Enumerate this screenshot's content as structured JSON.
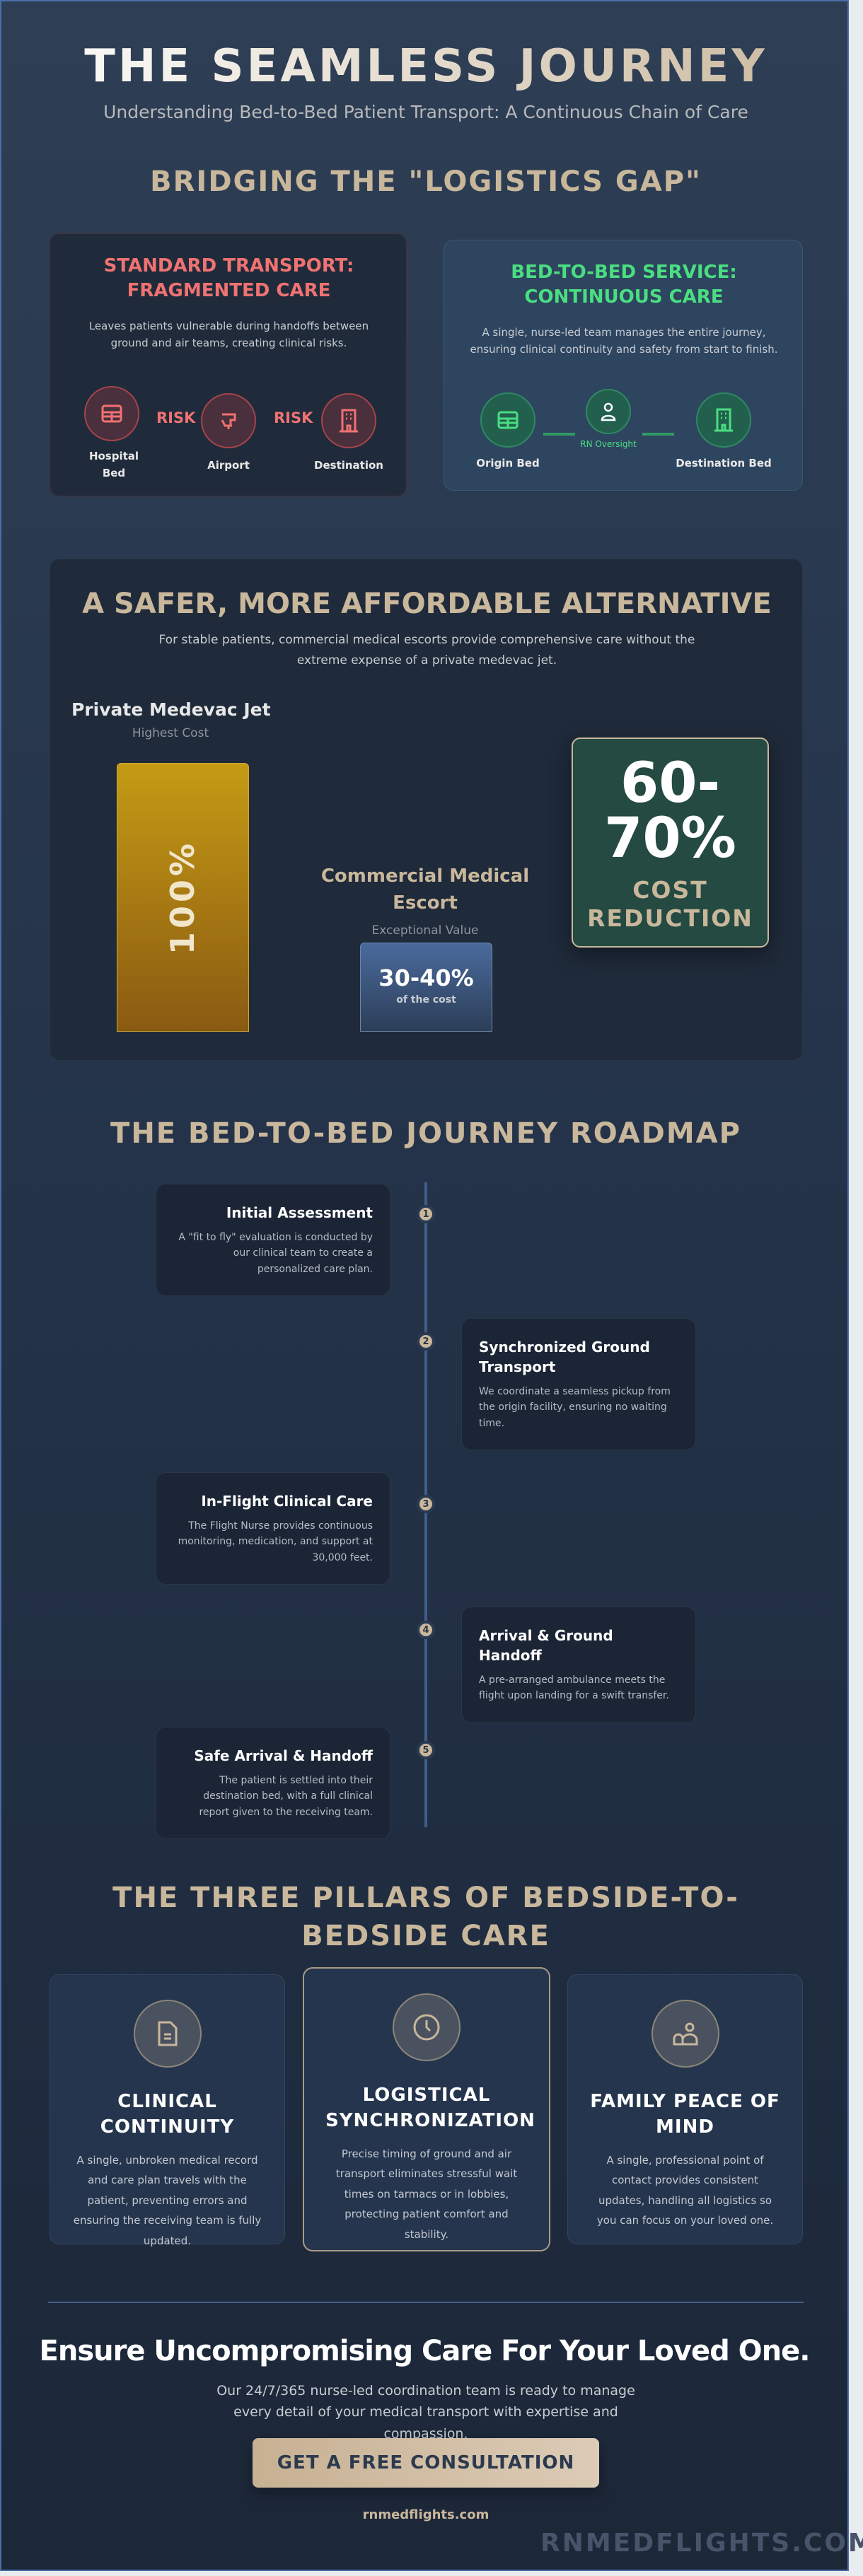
{
  "header": {
    "title": "THE SEAMLESS JOURNEY",
    "subtitle": "Understanding Bed-to-Bed Patient Transport: A Continuous Chain of Care"
  },
  "gap": {
    "title": "BRIDGING THE \"LOGISTICS GAP\"",
    "standard": {
      "title": "STANDARD TRANSPORT: FRAGMENTED CARE",
      "text": "Leaves patients vulnerable during handoffs between ground and air teams, creating clinical risks.",
      "nodes": [
        "Hospital Bed",
        "Airport",
        "Destination"
      ],
      "risk": "RISK",
      "color": "#f07272"
    },
    "service": {
      "title": "BED-TO-BED SERVICE: CONTINUOUS CARE",
      "text": "A single, nurse-led team manages the entire journey, ensuring clinical continuity and safety from start to finish.",
      "nodes": [
        "Origin Bed",
        "Destination Bed"
      ],
      "middle": "RN Oversight",
      "color": "#4ade80"
    }
  },
  "cost": {
    "title": "A SAFER, MORE AFFORDABLE ALTERNATIVE",
    "text": "For stable patients, commercial medical escorts provide comprehensive care without the extreme expense of a private medevac jet.",
    "jet": {
      "label": "Private Medevac Jet",
      "sub": "Highest Cost",
      "value": "100%",
      "level": 100
    },
    "escort": {
      "label": "Commercial Medical Escort",
      "sub": "Exceptional Value",
      "value": "30-40%",
      "note": "of the cost",
      "level": 35
    },
    "reduction": {
      "value": "60-70%",
      "label": "COST REDUCTION"
    }
  },
  "roadmap": {
    "title": "THE BED-TO-BED JOURNEY ROADMAP",
    "steps": [
      {
        "n": "1",
        "title": "Initial Assessment",
        "text": "A \"fit to fly\" evaluation is conducted by our clinical team to create a personalized care plan."
      },
      {
        "n": "2",
        "title": "Synchronized Ground Transport",
        "text": "We coordinate a seamless pickup from the origin facility, ensuring no waiting time."
      },
      {
        "n": "3",
        "title": "In-Flight Clinical Care",
        "text": "The Flight Nurse provides continuous monitoring, medication, and support at 30,000 feet."
      },
      {
        "n": "4",
        "title": "Arrival & Ground Handoff",
        "text": "A pre-arranged ambulance meets the flight upon landing for a swift transfer."
      },
      {
        "n": "5",
        "title": "Safe Arrival & Handoff",
        "text": "The patient is settled into their destination bed, with a full clinical report given to the receiving team."
      }
    ]
  },
  "pillars": {
    "title": "THE THREE PILLARS OF BEDSIDE-TO-BEDSIDE CARE",
    "items": [
      {
        "icon": "document-icon",
        "title": "CLINICAL CONTINUITY",
        "text": "A single, unbroken medical record and care plan travels with the patient, preventing errors and ensuring the receiving team is fully updated."
      },
      {
        "icon": "clock-icon",
        "title": "LOGISTICAL SYNCHRONIZATION",
        "text": "Precise timing of ground and air transport eliminates stressful wait times on tarmacs or in lobbies, protecting patient comfort and stability."
      },
      {
        "icon": "family-icon",
        "title": "FAMILY PEACE OF MIND",
        "text": "A single, professional point of contact provides consistent updates, handling all logistics so you can focus on your loved one."
      }
    ]
  },
  "cta": {
    "title": "Ensure Uncompromising Care For Your Loved One.",
    "text": "Our 24/7/365 nurse-led coordination team is ready to manage every detail of your medical transport with expertise and compassion.",
    "button": "GET A FREE CONSULTATION",
    "site": "rnmedflights.com",
    "watermark": "RNMEDFLIGHTS.COM"
  }
}
